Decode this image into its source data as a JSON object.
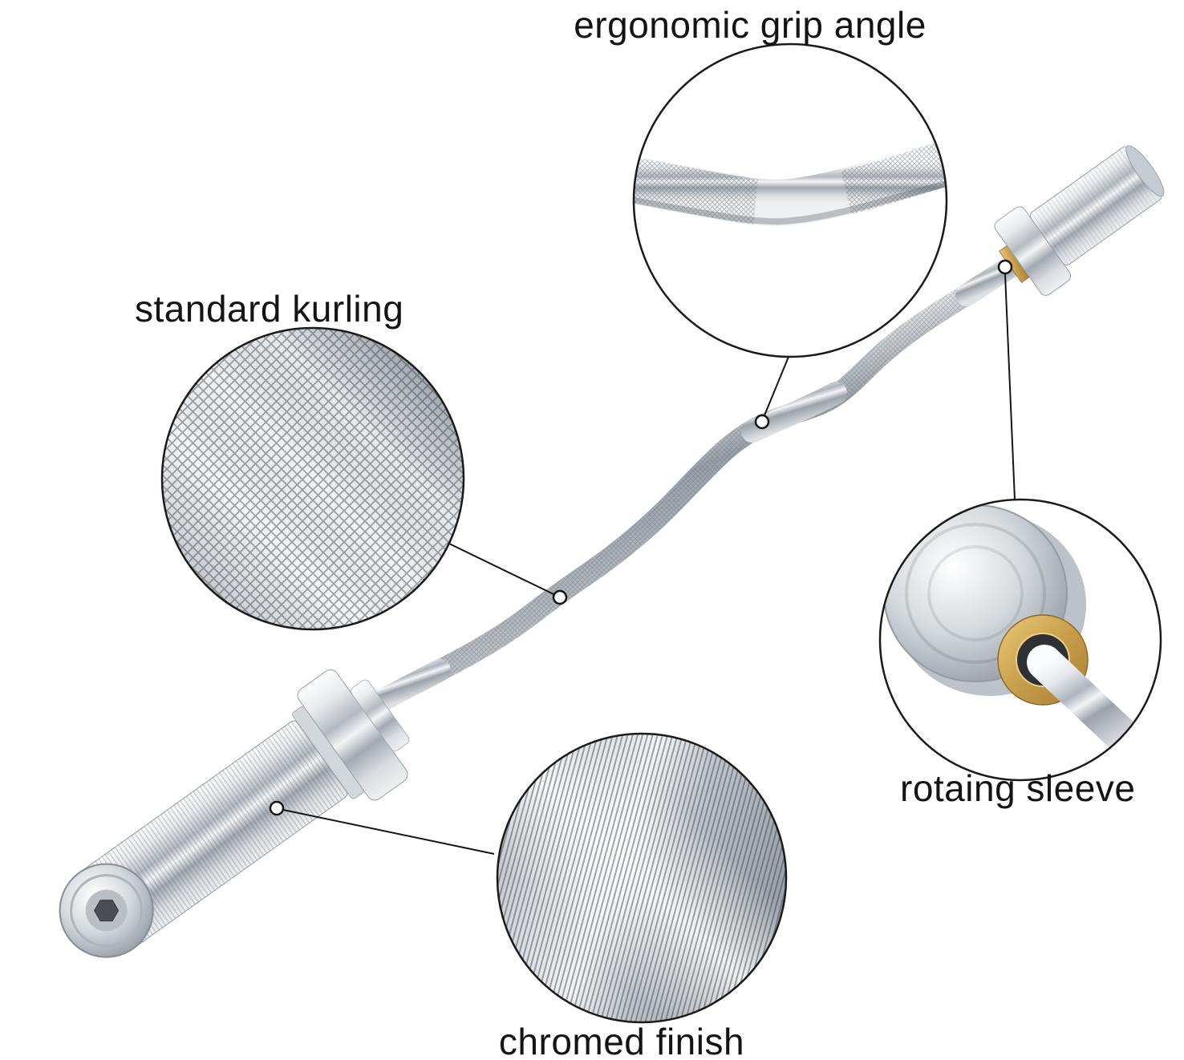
{
  "labels": {
    "ergonomic_grip": "ergonomic grip angle",
    "standard_kurling": "standard kurling",
    "rotating_sleeve": "rotaing sleeve",
    "chromed_finish": "chromed finish"
  },
  "colors": {
    "background": "#ffffff",
    "text": "#141414",
    "callout_line": "#151515",
    "chrome_light": "#f6f8fa",
    "chrome_mid": "#c2c8ce",
    "chrome_dark": "#8d949b",
    "brass": "#c79e4a"
  }
}
